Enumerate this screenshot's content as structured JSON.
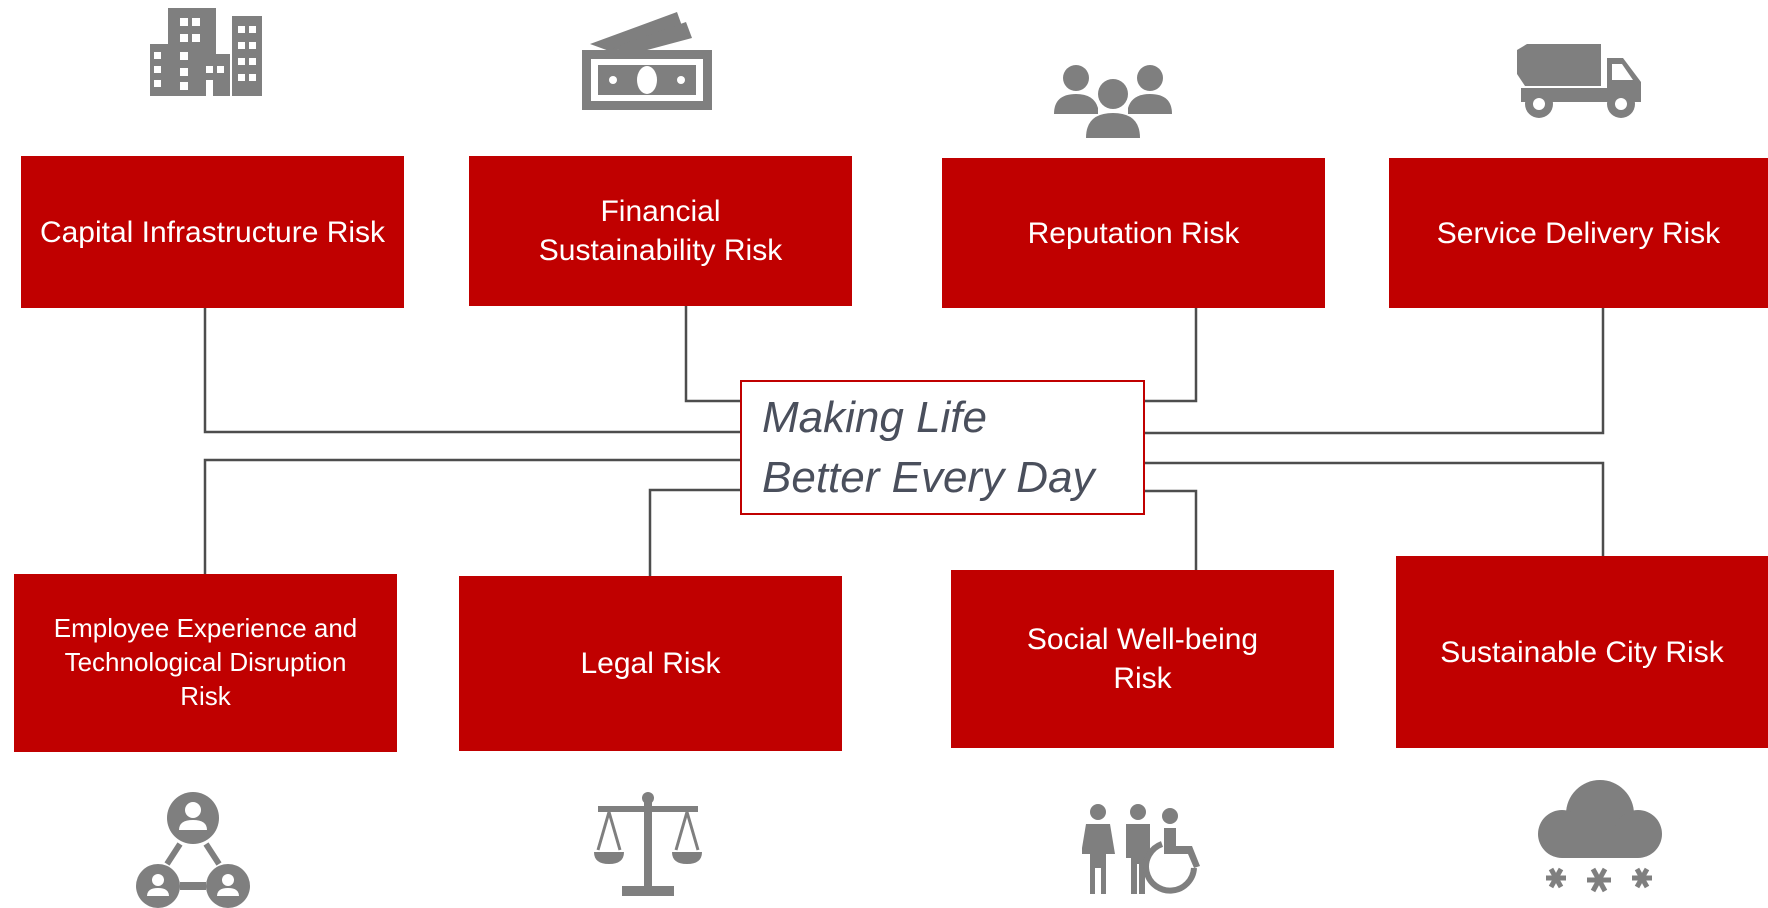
{
  "center": {
    "text": "Making Life\nBetter Every Day"
  },
  "risks": [
    {
      "label": "Capital Infrastructure Risk",
      "icon": "city-buildings-icon"
    },
    {
      "label": "Financial Sustainability Risk",
      "icon": "money-bills-icon"
    },
    {
      "label": "Reputation Risk",
      "icon": "people-group-icon"
    },
    {
      "label": "Service Delivery Risk",
      "icon": "dump-truck-icon"
    },
    {
      "label": "Employee Experience and Technological Disruption Risk",
      "icon": "user-network-icon"
    },
    {
      "label": "Legal Risk",
      "icon": "balance-scale-icon"
    },
    {
      "label": "Social Well-being Risk",
      "icon": "people-accessibility-icon"
    },
    {
      "label": "Sustainable City Risk",
      "icon": "snow-cloud-icon"
    }
  ],
  "colors": {
    "box": "#c00000",
    "icon": "#7f7f7f",
    "line": "#4d4d4d",
    "center_text": "#4a4f5c"
  }
}
